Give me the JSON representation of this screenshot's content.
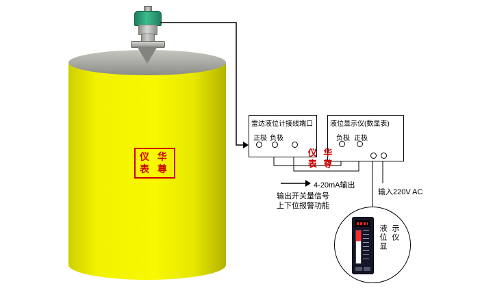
{
  "page": {
    "background": "#ffffff"
  },
  "colors": {
    "tank_yellow": "#f0f000",
    "tank_top_gray": "#a2a29c",
    "sensor_green": "#2aa477",
    "wire_black": "#000000",
    "watermark_red": "#cc0000"
  },
  "tank": {
    "watermark_line1": "仪 华",
    "watermark_line2": "表 尊"
  },
  "wiring": {
    "box1": {
      "title": "雷达液位计接线端口",
      "terminal_labels": [
        "正极",
        "负极"
      ]
    },
    "box2": {
      "title": "液位显示仪(数显表)",
      "terminal_labels": [
        "负极",
        "正极"
      ]
    },
    "watermark_line1": "仪 华",
    "watermark_line2": "表 尊",
    "output_label": "4-20mA输出",
    "switch_label": "输出开关量信号",
    "alarm_label": "上下位报警功能",
    "ac_label": "输入220V AC"
  },
  "instrument": {
    "label_col1": "液位显",
    "label_col2": "示仪"
  }
}
